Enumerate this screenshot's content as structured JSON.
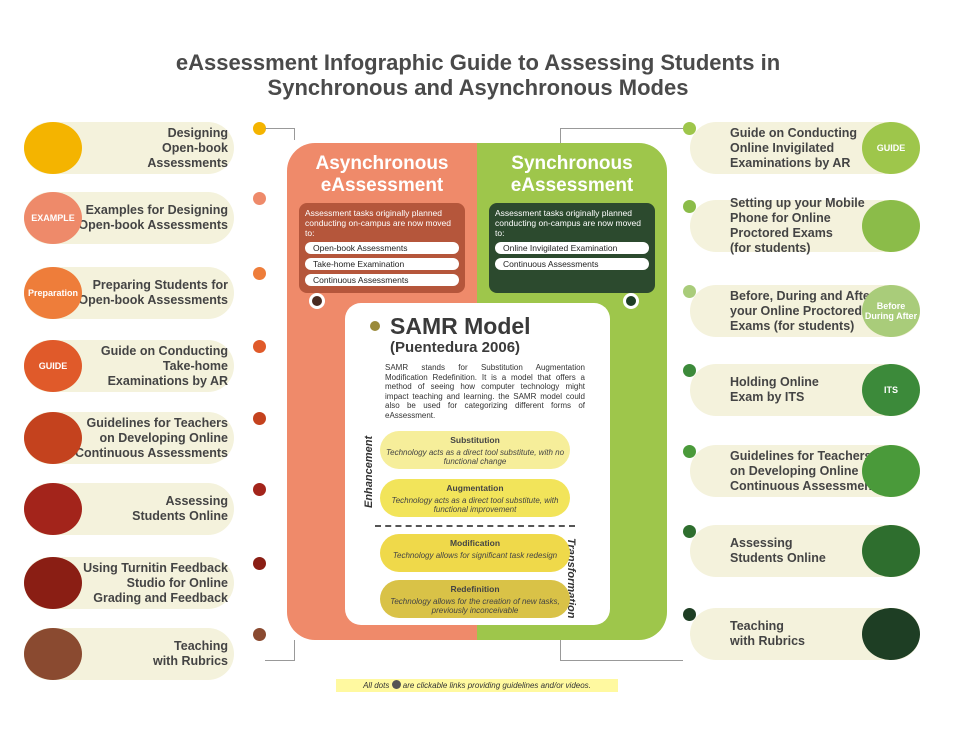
{
  "title_line1": "eAssessment Infographic Guide to Assessing Students in",
  "title_line2": "Synchronous and Asynchronous Modes",
  "left": [
    {
      "label": "Designing\nOpen-book\nAssessments",
      "dot": "#f4b400"
    },
    {
      "label": "Examples for Designing\nOpen-book Assessments",
      "dot": "#ee8a6a",
      "badge": "EXAMPLE"
    },
    {
      "label": "Preparing Students for\nOpen-book Assessments",
      "dot": "#ee7d3a",
      "badge": "Preparation"
    },
    {
      "label": "Guide on Conducting\nTake-home\nExaminations by AR",
      "dot": "#e05a2a",
      "badge": "GUIDE"
    },
    {
      "label": "Guidelines for Teachers\non Developing Online\nContinuous Assessments",
      "dot": "#c4421e"
    },
    {
      "label": "Assessing\nStudents Online",
      "dot": "#a3241b"
    },
    {
      "label": "Using Turnitin Feedback\nStudio for Online\nGrading and Feedback",
      "dot": "#8a1e14"
    },
    {
      "label": "Teaching\nwith Rubrics",
      "dot": "#8a4a30"
    }
  ],
  "right": [
    {
      "label": "Guide on Conducting\nOnline Invigilated\nExaminations by AR",
      "dot": "#9ec64b",
      "badge": "GUIDE"
    },
    {
      "label": "Setting up your Mobile\nPhone for Online\nProctored Exams\n(for students)",
      "dot": "#8bbc49"
    },
    {
      "label": "Before, During and After\nyour Online Proctored\nExams (for students)",
      "dot": "#a9cc7a",
      "badge": "Before During After"
    },
    {
      "label": "Holding Online\nExam by ITS",
      "dot": "#3c8a3a",
      "badge": "ITS"
    },
    {
      "label": "Guidelines for Teachers\non Developing Online\nContinuous Assessments",
      "dot": "#4a9a3a"
    },
    {
      "label": "Assessing\nStudents Online",
      "dot": "#2e6e2e"
    },
    {
      "label": "Teaching\nwith Rubrics",
      "dot": "#1e3e24"
    }
  ],
  "async": {
    "heading": "Asynchronous\neAssessment",
    "intro": "Assessment tasks originally planned conducting on-campus are now moved to:",
    "items": [
      "Open-book Assessments",
      "Take-home Examination",
      "Continuous Assessments"
    ]
  },
  "sync": {
    "heading": "Synchronous\neAssessment",
    "intro": "Assessment tasks originally planned conducting on-campus are now moved to:",
    "items": [
      "Online Invigilated Examination",
      "Continuous Assessments"
    ]
  },
  "samr": {
    "title": "SAMR Model",
    "subtitle": "(Puentedura 2006)",
    "desc": "SAMR stands for Substitution Augmentation Modification Redefinition. It is a model that offers a method of seeing how computer technology might impact teaching and learning. the SAMR model could also be used for categorizing different forms of eAssessment.",
    "enh": "Enhancement",
    "trans": "Transformation",
    "levels": [
      {
        "name": "Substitution",
        "desc": "Technology acts as a direct tool substitute, with no functional change",
        "color": "#f6ee9a"
      },
      {
        "name": "Augmentation",
        "desc": "Technology acts as a direct tool substitute, with functional improvement",
        "color": "#f2e45a"
      },
      {
        "name": "Modification",
        "desc": "Technology allows for significant task redesign",
        "color": "#efd94a"
      },
      {
        "name": "Redefinition",
        "desc": "Technology allows for the creation of new tasks, previously inconceivable",
        "color": "#d9c247"
      }
    ]
  },
  "footer_a": "All dots",
  "footer_b": "are clickable links providing guidelines and/or videos."
}
